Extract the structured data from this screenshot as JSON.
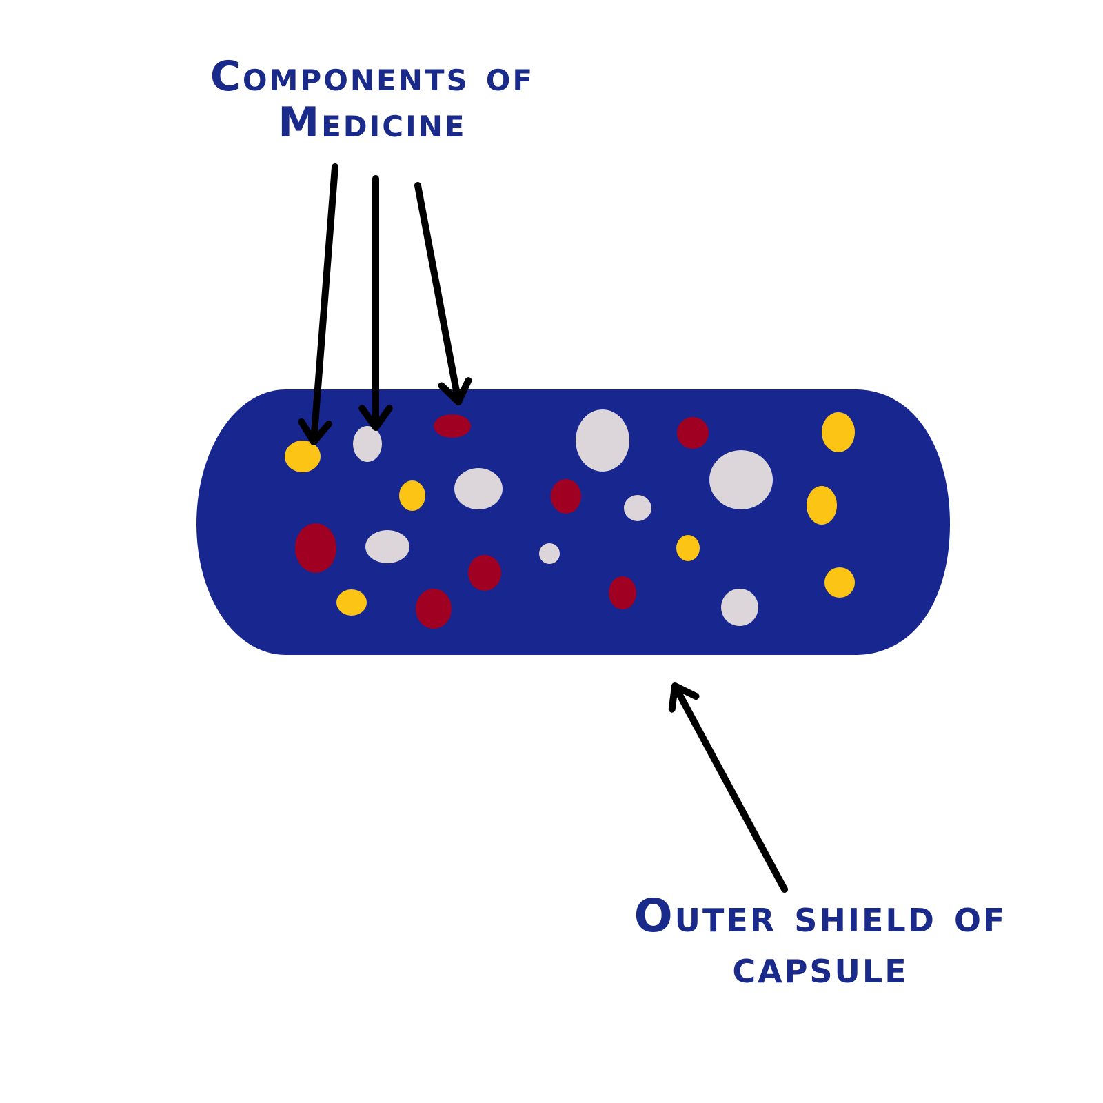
{
  "colors": {
    "background": "#ffffff",
    "text": "#1a2a8a",
    "capsule": "#182690",
    "arrow": "#000000",
    "yellow": "#fcc515",
    "red": "#a00021",
    "grey": "#dcd5d9"
  },
  "labels": {
    "components": {
      "line1": "Components of",
      "line2": "Medicine"
    },
    "shield": {
      "line1": "Outer shield of",
      "line2": "capsule"
    }
  },
  "capsule": {
    "shape": "rounded-cylinder",
    "particle_colors": [
      "yellow",
      "red",
      "grey"
    ]
  },
  "arrows": [
    {
      "points_to": "yellow-particle",
      "label": "components"
    },
    {
      "points_to": "grey-particle",
      "label": "components"
    },
    {
      "points_to": "red-particle",
      "label": "components"
    },
    {
      "points_to": "capsule-shell",
      "label": "shield"
    }
  ]
}
